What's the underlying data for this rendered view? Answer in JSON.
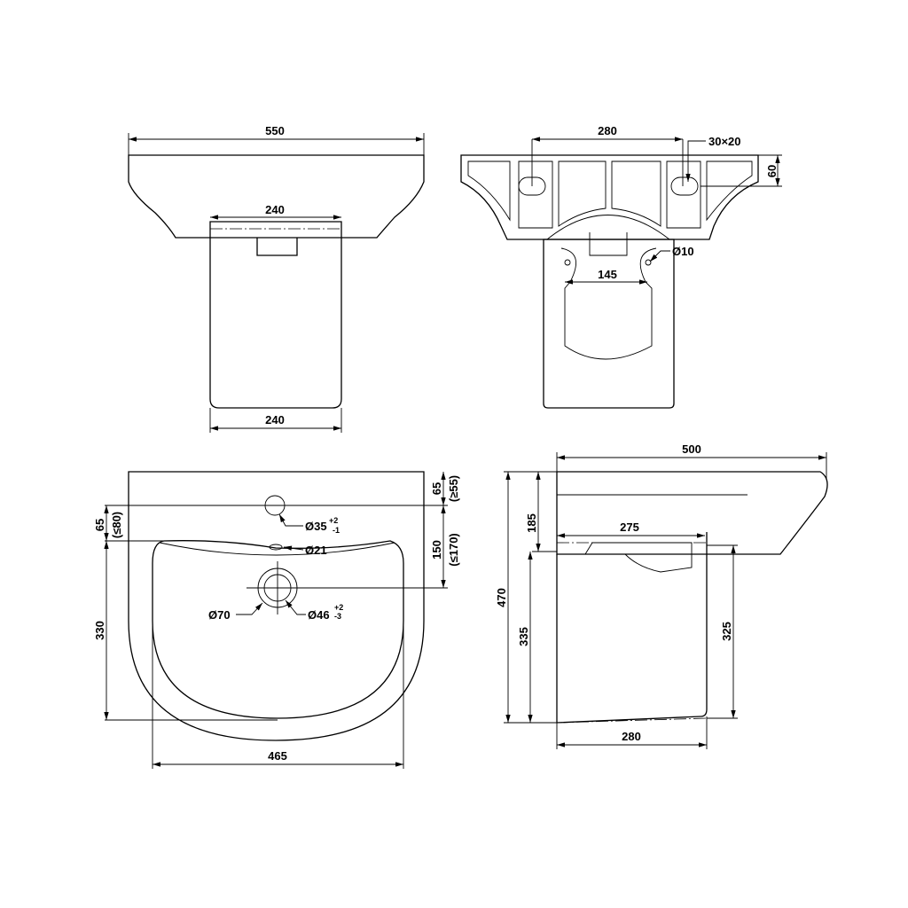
{
  "front_view": {
    "width": "550",
    "pedestal_top_width": "240",
    "pedestal_bottom_width": "240"
  },
  "back_view": {
    "mount_spacing": "280",
    "slot_size": "30×20",
    "height": "60",
    "hole_diameter": "Ø10",
    "hole_spacing": "145"
  },
  "plan_view": {
    "tap_hole_offset": "65",
    "tap_hole_offset_limit": "(≥55)",
    "drain_offset": "150",
    "drain_offset_limit": "(≤170)",
    "rim_offset": "65",
    "rim_offset_limit": "(≤80)",
    "tap_hole": "Ø35",
    "tap_hole_tol_upper": "+2",
    "tap_hole_tol_lower": "-1",
    "overflow": "Ø21",
    "drain_outer": "Ø70",
    "drain_inner": "Ø46",
    "drain_inner_tol_upper": "+2",
    "drain_inner_tol_lower": "-3",
    "bowl_depth": "330",
    "bowl_width": "465"
  },
  "side_view": {
    "depth": "500",
    "height": "470",
    "basin_height": "185",
    "pedestal_top_depth": "275",
    "pedestal_height_front": "335",
    "pedestal_height_back": "325",
    "pedestal_bottom_depth": "280"
  }
}
